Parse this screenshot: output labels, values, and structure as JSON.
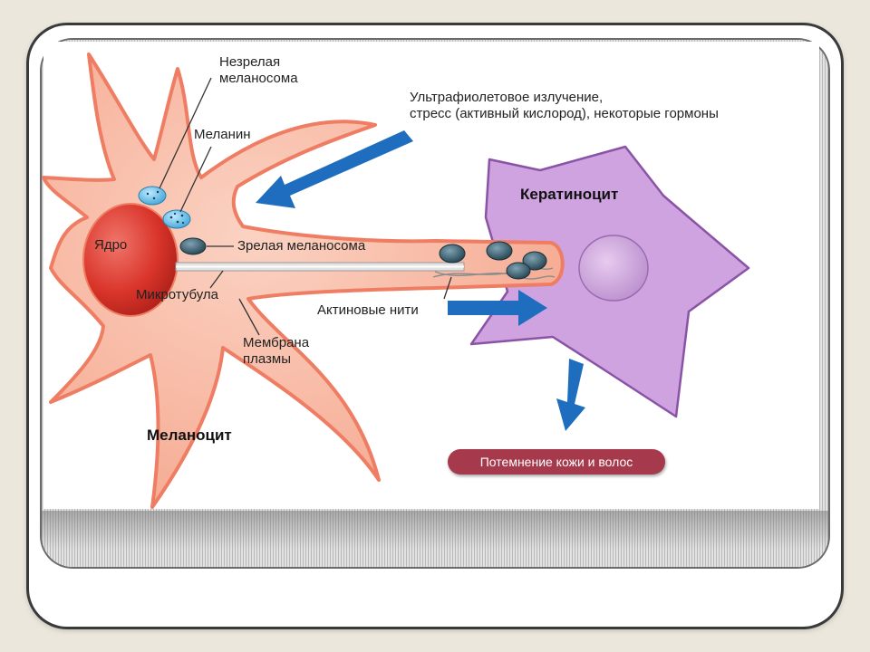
{
  "labels": {
    "immature_melanosome": "Незрелая\nмеланосома",
    "melanin": "Меланин",
    "nucleus": "Ядро",
    "mature_melanosome": "Зрелая меланосома",
    "microtubule": "Микротубула",
    "plasma_membrane": "Мембрана\nплазмы",
    "actin_filaments": "Актиновые нити",
    "stimuli": "Ультрафиолетовое излучение,\nстресс (активный кислород), некоторые гормоны",
    "keratinocyte": "Кератиноцит",
    "melanocyte": "Меланоцит",
    "result": "Потемнение кожи и волос"
  },
  "colors": {
    "melanocyte_fill": "#f7b9a2",
    "melanocyte_stroke": "#ee7d63",
    "nucleus": "#d9342a",
    "keratinocyte_fill": "#cfa3e0",
    "keratinocyte_stroke": "#8a53a6",
    "arrow": "#1f6dbf",
    "result_pill": "#a63a4c"
  }
}
